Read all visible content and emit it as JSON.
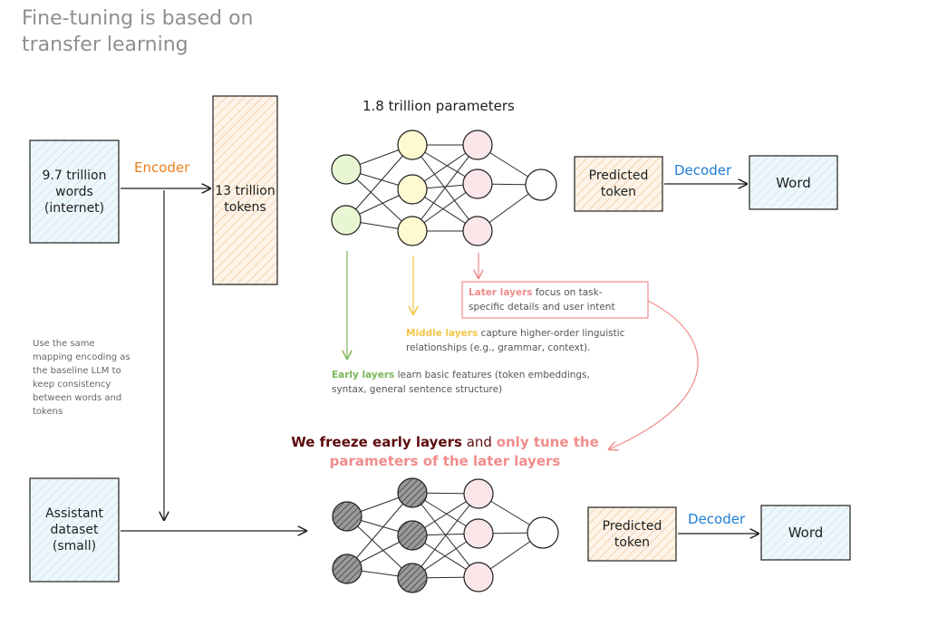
{
  "title": {
    "line1": "Fine-tuning is based on",
    "line2": "transfer learning"
  },
  "top_flow": {
    "source": {
      "line1": "9.7 trillion",
      "line2": "words",
      "line3": "(internet)"
    },
    "encoder_label": "Encoder",
    "tokens": {
      "line1": "13 trillion",
      "line2": "tokens"
    },
    "parameters_label": "1.8 trillion parameters",
    "predicted": {
      "line1": "Predicted",
      "line2": "token"
    },
    "decoder_label": "Decoder",
    "word": "Word"
  },
  "annotations": {
    "later": {
      "highlight": "Later layers",
      "line1_rest": " focus on task-",
      "line2": "specific details and user intent"
    },
    "middle": {
      "highlight": "Middle layers",
      "line1_rest": " capture higher-order linguistic",
      "line2": "relationships (e.g., grammar, context)."
    },
    "early": {
      "highlight": "Early layers",
      "line1_rest": " learn basic features (token embeddings,",
      "line2": "syntax, general sentence structure)"
    }
  },
  "side_note": {
    "line1": "Use the same",
    "line2": "mapping encoding as",
    "line3": "the baseline LLM to",
    "line4": "keep consistency",
    "line5": "between words and",
    "line6": "tokens"
  },
  "freeze_statement": {
    "part1": "We freeze early layers",
    "part2": " and ",
    "part3": "only tune the",
    "part4": "parameters of the later layers"
  },
  "bottom_flow": {
    "dataset": {
      "line1": "Assistant",
      "line2": "dataset",
      "line3": "(small)"
    },
    "predicted": {
      "line1": "Predicted",
      "line2": "token"
    },
    "decoder_label": "Decoder",
    "word": "Word"
  },
  "colors": {
    "box_blue": "#e7f5fb",
    "box_peach": "#fcefe3",
    "node_green": "#e9f6d4",
    "node_yellow": "#fff9d2",
    "node_pink": "#fbe6ea",
    "node_dark": "#8a8a8a",
    "encoder": "#e8801e",
    "decoder": "#1c7ed6",
    "accent_red": "#f08c8c",
    "accent_yellow": "#f2c84a",
    "accent_green": "#7cb65a",
    "freeze_dark": "#5c0a0a"
  }
}
